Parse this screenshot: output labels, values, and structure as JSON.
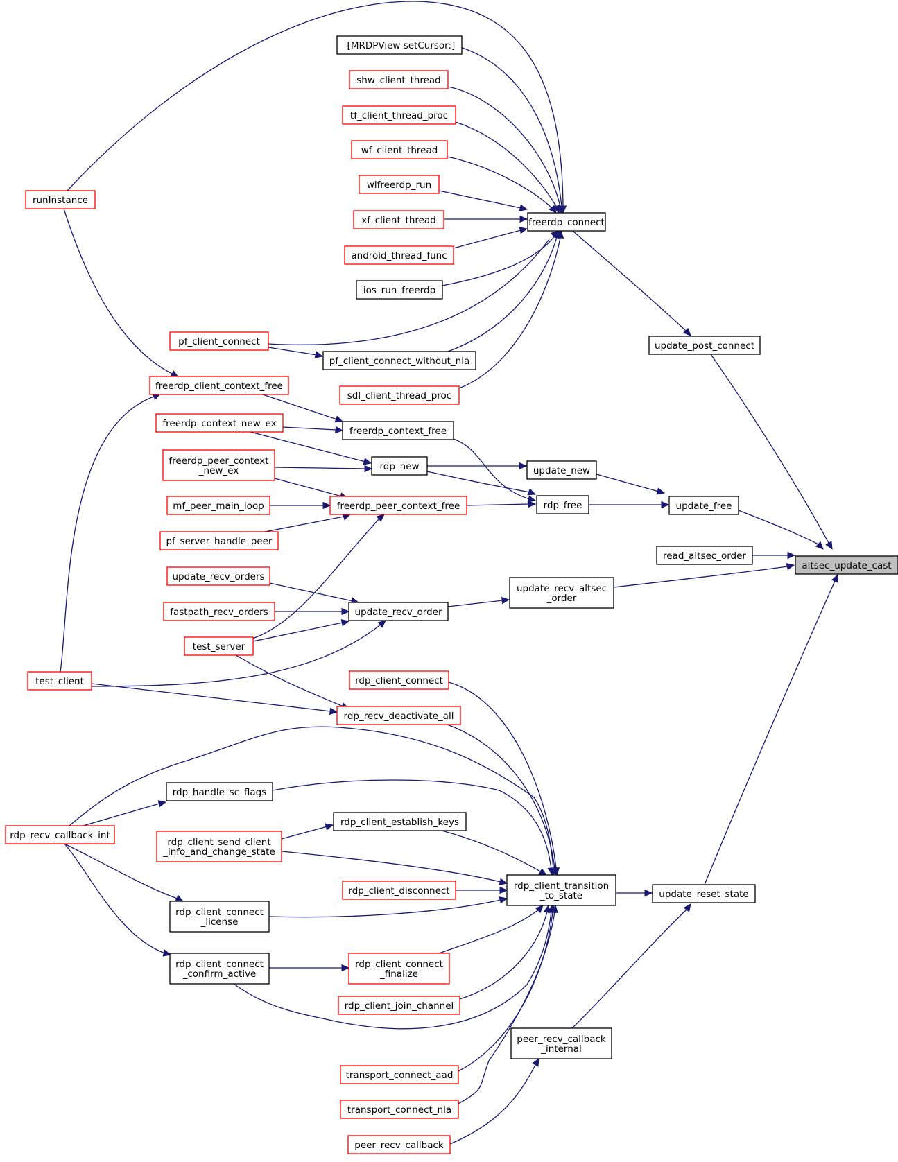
{
  "graph": {
    "colors": {
      "edge": "#191970",
      "link_border": "#000000",
      "doc_missing_border": "#ff0000",
      "root_fill": "#bfbfbf"
    },
    "nodes": [
      {
        "id": "altsec_update_cast",
        "label": [
          "altsec_update_cast"
        ],
        "style": "root"
      },
      {
        "id": "read_altsec_order",
        "label": [
          "read_altsec_order"
        ],
        "style": "black"
      },
      {
        "id": "update_free",
        "label": [
          "update_free"
        ],
        "style": "black"
      },
      {
        "id": "update_post_connect",
        "label": [
          "update_post_connect"
        ],
        "style": "black"
      },
      {
        "id": "update_recv_altsec_order",
        "label": [
          "update_recv_altsec",
          "_order"
        ],
        "style": "black"
      },
      {
        "id": "update_reset_state",
        "label": [
          "update_reset_state"
        ],
        "style": "black"
      },
      {
        "id": "freerdp_connect",
        "label": [
          "freerdp_connect"
        ],
        "style": "black"
      },
      {
        "id": "rdp_free",
        "label": [
          "rdp_free"
        ],
        "style": "black"
      },
      {
        "id": "update_new",
        "label": [
          "update_new"
        ],
        "style": "black"
      },
      {
        "id": "update_recv_order",
        "label": [
          "update_recv_order"
        ],
        "style": "black"
      },
      {
        "id": "peer_recv_callback_internal",
        "label": [
          "peer_recv_callback",
          "_internal"
        ],
        "style": "black"
      },
      {
        "id": "rdp_client_transition_to_state",
        "label": [
          "rdp_client_transition",
          "_to_state"
        ],
        "style": "black"
      },
      {
        "id": "mrdpview",
        "label": [
          "-[MRDPView setCursor:]"
        ],
        "style": "black"
      },
      {
        "id": "shw_client_thread",
        "label": [
          "shw_client_thread"
        ],
        "style": "red"
      },
      {
        "id": "tf_client_thread_proc",
        "label": [
          "tf_client_thread_proc"
        ],
        "style": "red"
      },
      {
        "id": "wf_client_thread",
        "label": [
          "wf_client_thread"
        ],
        "style": "red"
      },
      {
        "id": "wlfreerdp_run",
        "label": [
          "wlfreerdp_run"
        ],
        "style": "red"
      },
      {
        "id": "xf_client_thread",
        "label": [
          "xf_client_thread"
        ],
        "style": "red"
      },
      {
        "id": "android_thread_func",
        "label": [
          "android_thread_func"
        ],
        "style": "red"
      },
      {
        "id": "ios_run_freerdp",
        "label": [
          "ios_run_freerdp"
        ],
        "style": "black"
      },
      {
        "id": "pf_client_connect_without_nla",
        "label": [
          "pf_client_connect_without_nla"
        ],
        "style": "black"
      },
      {
        "id": "sdl_client_thread_proc",
        "label": [
          "sdl_client_thread_proc"
        ],
        "style": "red"
      },
      {
        "id": "freerdp_context_free",
        "label": [
          "freerdp_context_free"
        ],
        "style": "black"
      },
      {
        "id": "rdp_new",
        "label": [
          "rdp_new"
        ],
        "style": "black"
      },
      {
        "id": "freerdp_peer_context_free",
        "label": [
          "freerdp_peer_context_free"
        ],
        "style": "red"
      },
      {
        "id": "rdp_recv_deactivate_all",
        "label": [
          "rdp_recv_deactivate_all"
        ],
        "style": "red"
      },
      {
        "id": "rdp_client_connect",
        "label": [
          "rdp_client_connect"
        ],
        "style": "red"
      },
      {
        "id": "rdp_handle_sc_flags",
        "label": [
          "rdp_handle_sc_flags"
        ],
        "style": "black"
      },
      {
        "id": "rdp_client_establish_keys",
        "label": [
          "rdp_client_establish_keys"
        ],
        "style": "black"
      },
      {
        "id": "rdp_client_disconnect",
        "label": [
          "rdp_client_disconnect"
        ],
        "style": "red"
      },
      {
        "id": "rdp_client_connect_finalize",
        "label": [
          "rdp_client_connect",
          "_finalize"
        ],
        "style": "red"
      },
      {
        "id": "rdp_client_join_channel",
        "label": [
          "rdp_client_join_channel"
        ],
        "style": "red"
      },
      {
        "id": "transport_connect_aad",
        "label": [
          "transport_connect_aad"
        ],
        "style": "red"
      },
      {
        "id": "transport_connect_nla",
        "label": [
          "transport_connect_nla"
        ],
        "style": "red"
      },
      {
        "id": "peer_recv_callback",
        "label": [
          "peer_recv_callback"
        ],
        "style": "red"
      },
      {
        "id": "runInstance",
        "label": [
          "runInstance"
        ],
        "style": "red"
      },
      {
        "id": "pf_client_connect",
        "label": [
          "pf_client_connect"
        ],
        "style": "red"
      },
      {
        "id": "freerdp_client_context_free",
        "label": [
          "freerdp_client_context_free"
        ],
        "style": "red"
      },
      {
        "id": "freerdp_context_new_ex",
        "label": [
          "freerdp_context_new_ex"
        ],
        "style": "red"
      },
      {
        "id": "freerdp_peer_context_new_ex",
        "label": [
          "freerdp_peer_context",
          "_new_ex"
        ],
        "style": "red"
      },
      {
        "id": "mf_peer_main_loop",
        "label": [
          "mf_peer_main_loop"
        ],
        "style": "red"
      },
      {
        "id": "pf_server_handle_peer",
        "label": [
          "pf_server_handle_peer"
        ],
        "style": "red"
      },
      {
        "id": "update_recv_orders",
        "label": [
          "update_recv_orders"
        ],
        "style": "red"
      },
      {
        "id": "fastpath_recv_orders",
        "label": [
          "fastpath_recv_orders"
        ],
        "style": "red"
      },
      {
        "id": "test_server",
        "label": [
          "test_server"
        ],
        "style": "red"
      },
      {
        "id": "test_client",
        "label": [
          "test_client"
        ],
        "style": "red"
      },
      {
        "id": "rdp_recv_callback_int",
        "label": [
          "rdp_recv_callback_int"
        ],
        "style": "red"
      },
      {
        "id": "rdp_client_send_client_info",
        "label": [
          "rdp_client_send_client",
          "_info_and_change_state"
        ],
        "style": "red"
      },
      {
        "id": "rdp_client_connect_license",
        "label": [
          "rdp_client_connect",
          "_license"
        ],
        "style": "black"
      },
      {
        "id": "rdp_client_connect_confirm_active",
        "label": [
          "rdp_client_connect",
          "_confirm_active"
        ],
        "style": "black"
      }
    ]
  }
}
